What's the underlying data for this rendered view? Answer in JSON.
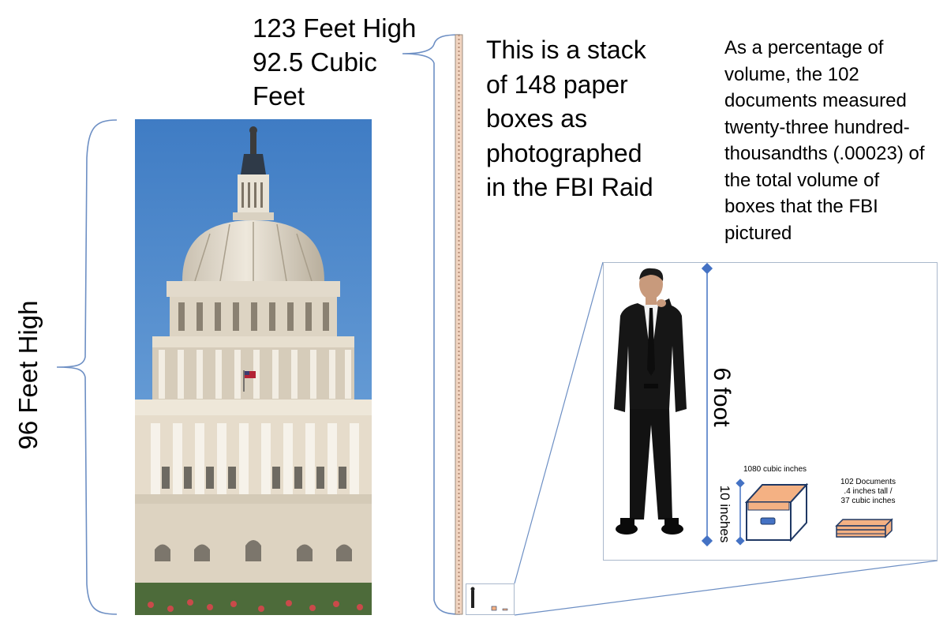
{
  "labels": {
    "capitol_height": "96 Feet High",
    "stack_height_line1": "123 Feet High",
    "stack_height_line2": "92.5 Cubic",
    "stack_height_line3": "Feet",
    "stack_description": "This is a stack of 148 paper boxes as photographed in the FBI Raid",
    "percentage_note": "As a percentage of volume, the 102 documents measured twenty-three hundred-thousandths (.00023) of the total volume of boxes that the FBI pictured"
  },
  "inset": {
    "person_height": "6 foot",
    "box_height": "10 inches",
    "box_volume": "1080 cubic inches",
    "docs_line1": "102 Documents",
    "docs_line2": ".4 inches tall /",
    "docs_line3": "37 cubic inches"
  },
  "colors": {
    "bracket": "#6d8fc4",
    "marker": "#4472c4",
    "box_top": "#f4b183",
    "box_outline": "#1f3864",
    "sky": "#4a86c8",
    "stone": "#e6dccb"
  },
  "icons": {
    "capitol": "capitol-building-photo",
    "person": "thinking-man-figure",
    "box": "paper-box-icon",
    "documents": "document-stack-icon"
  }
}
